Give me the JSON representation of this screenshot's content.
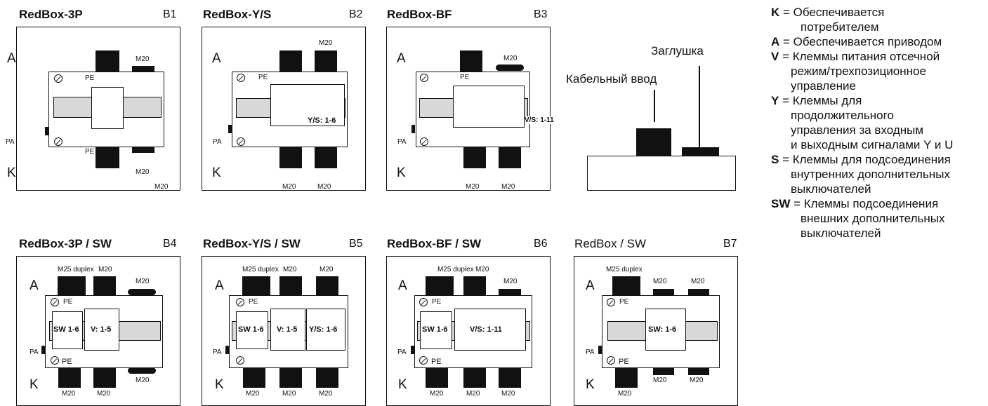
{
  "B1": {
    "title": "RedBox-3P",
    "code": "B1",
    "A": "A",
    "K": "K",
    "PA": "PA",
    "pe_top": "PE",
    "pe_bot": "PE",
    "m20a": "M20",
    "m20b": "M20",
    "m20c": "M20"
  },
  "B2": {
    "title": "RedBox-Y/S",
    "code": "B2",
    "A": "A",
    "K": "K",
    "PA": "PA",
    "pe": "PE",
    "m20top": "M20",
    "m20a": "M20",
    "m20b": "M20",
    "term": "Y/S: 1-6"
  },
  "B3": {
    "title": "RedBox-BF",
    "code": "B3",
    "A": "A",
    "K": "K",
    "PA": "PA",
    "pe": "PE",
    "m20top": "M20",
    "m20a": "M20",
    "m20b": "M20",
    "term": "V/S: 1-11"
  },
  "cable": {
    "inlet": "Кабельный ввод",
    "plug": "Заглушка"
  },
  "B4": {
    "title": "RedBox-3P / SW",
    "code": "B4",
    "A": "A",
    "K": "K",
    "PA": "PA",
    "pe_top": "PE",
    "pe_bot": "PE",
    "m25": "M25 duplex",
    "m20top1": "M20",
    "m20top2": "M20",
    "m20b1": "M20",
    "m20b2": "M20",
    "m20b3": "M20",
    "sw": "SW 1-6",
    "v": "V: 1-5"
  },
  "B5": {
    "title": "RedBox-Y/S / SW",
    "code": "B5",
    "A": "A",
    "K": "K",
    "PA": "PA",
    "pe": "PE",
    "m25": "M25 duplex",
    "m20top1": "M20",
    "m20top2": "M20",
    "m20b1": "M20",
    "m20b2": "M20",
    "m20b3": "M20",
    "sw": "SW 1-6",
    "v": "V: 1-5",
    "ys": "Y/S: 1-6"
  },
  "B6": {
    "title": "RedBox-BF / SW",
    "code": "B6",
    "A": "A",
    "K": "K",
    "PA": "PA",
    "pe_top": "PE",
    "pe_bot": "PE",
    "m25": "M25 duplex",
    "m20top1": "M20",
    "m20top2": "M20",
    "m20b1": "M20",
    "m20b2": "M20",
    "m20b3": "M20",
    "sw": "SW 1-6",
    "vs": "V/S: 1-11"
  },
  "B7": {
    "title": "RedBox / SW",
    "code": "B7",
    "A": "A",
    "K": "K",
    "PA": "PA",
    "pe_top": "PE",
    "pe_bot": "PE",
    "m25": "M25 duplex",
    "m20top1": "M20",
    "m20top2": "M20",
    "m20b1": "M20",
    "m20b2": "M20",
    "m20b3": "M20",
    "sw": "SW: 1-6"
  },
  "legend": [
    {
      "key": "K",
      "lines": [
        "= Обеспечивается",
        "потребителем"
      ]
    },
    {
      "key": "A",
      "lines": [
        "= Обеспечивается приводом"
      ]
    },
    {
      "key": "V",
      "lines": [
        "= Клеммы питания отсечной",
        "режим/трехпозиционное",
        "управление"
      ]
    },
    {
      "key": "Y",
      "lines": [
        "= Клеммы для",
        "продолжительного",
        "управления за входным",
        "и выходным сигналами Y и U"
      ]
    },
    {
      "key": "S",
      "lines": [
        "= Клеммы для подсоединения",
        "внутренних дополнительных",
        "выключателей"
      ]
    },
    {
      "key": "SW",
      "lines": [
        "= Клеммы подсоединения",
        "внешних дополнительных",
        "выключателей"
      ]
    }
  ]
}
